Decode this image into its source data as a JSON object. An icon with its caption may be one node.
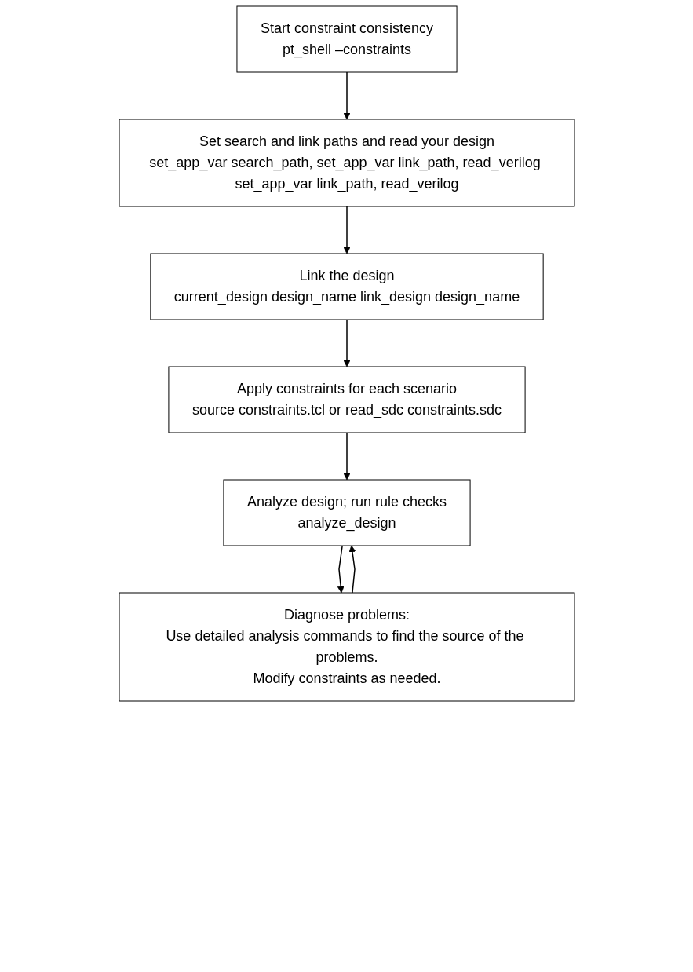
{
  "diagram": {
    "nodes": [
      {
        "text": [
          "Start constraint consistency",
          "pt_shell –constraints"
        ]
      },
      {
        "text": [
          "Set search and link paths and read your design",
          "set_app_var search_path, set_app_var link_path, read_verilog set_app_var link_path, read_verilog"
        ]
      },
      {
        "text": [
          "Link the design",
          "current_design design_name link_design design_name"
        ]
      },
      {
        "text": [
          "Apply constraints for each scenario",
          "source constraints.tcl or read_sdc constraints.sdc"
        ]
      },
      {
        "text": [
          "Analyze design; run rule checks",
          "analyze_design"
        ]
      },
      {
        "text": [
          "Diagnose problems:",
          "Use detailed analysis commands to find the source of the problems.",
          "Modify constraints as needed."
        ]
      }
    ],
    "edges": [
      {
        "from": 0,
        "to": 1,
        "arrow": "to"
      },
      {
        "from": 1,
        "to": 2,
        "arrow": "to"
      },
      {
        "from": 2,
        "to": 3,
        "arrow": "to"
      },
      {
        "from": 3,
        "to": 4,
        "arrow": "to"
      },
      {
        "from": 4,
        "to": 5,
        "arrow": "to"
      },
      {
        "from": 5,
        "to": 4,
        "arrow": "to"
      }
    ]
  }
}
